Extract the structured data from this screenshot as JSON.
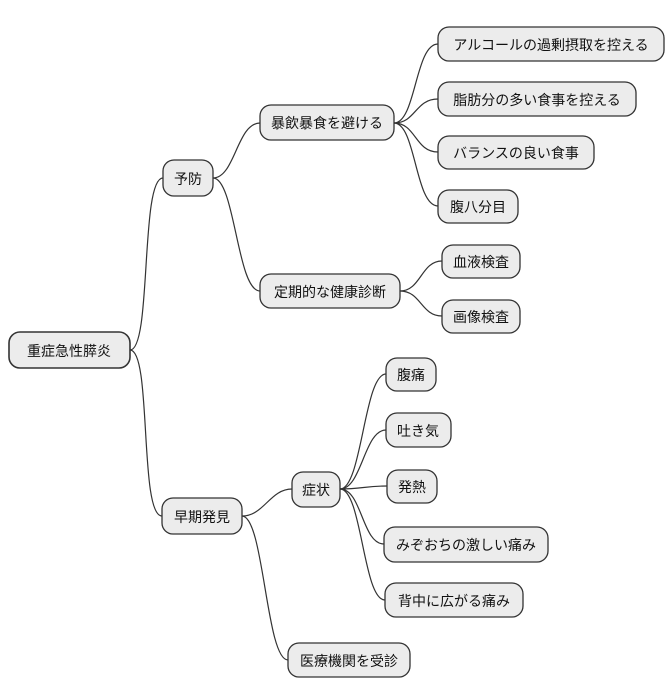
{
  "diagram_type": "mindmap",
  "colors": {
    "background": "#ffffff",
    "node_fill": "#ececec",
    "node_border": "#333333",
    "edge": "#333333",
    "text": "#111111"
  },
  "mindmap": {
    "root": {
      "label": "重症急性膵炎",
      "children": [
        {
          "label": "予防",
          "children": [
            {
              "label": "暴飲暴食を避ける",
              "children": [
                {
                  "label": "アルコールの過剰摂取を控える"
                },
                {
                  "label": "脂肪分の多い食事を控える"
                },
                {
                  "label": "バランスの良い食事"
                },
                {
                  "label": "腹八分目"
                }
              ]
            },
            {
              "label": "定期的な健康診断",
              "children": [
                {
                  "label": "血液検査"
                },
                {
                  "label": "画像検査"
                }
              ]
            }
          ]
        },
        {
          "label": "早期発見",
          "children": [
            {
              "label": "症状",
              "children": [
                {
                  "label": "腹痛"
                },
                {
                  "label": "吐き気"
                },
                {
                  "label": "発熱"
                },
                {
                  "label": "みぞおちの激しい痛み"
                },
                {
                  "label": "背中に広がる痛み"
                }
              ]
            },
            {
              "label": "医療機関を受診"
            }
          ]
        }
      ]
    }
  }
}
